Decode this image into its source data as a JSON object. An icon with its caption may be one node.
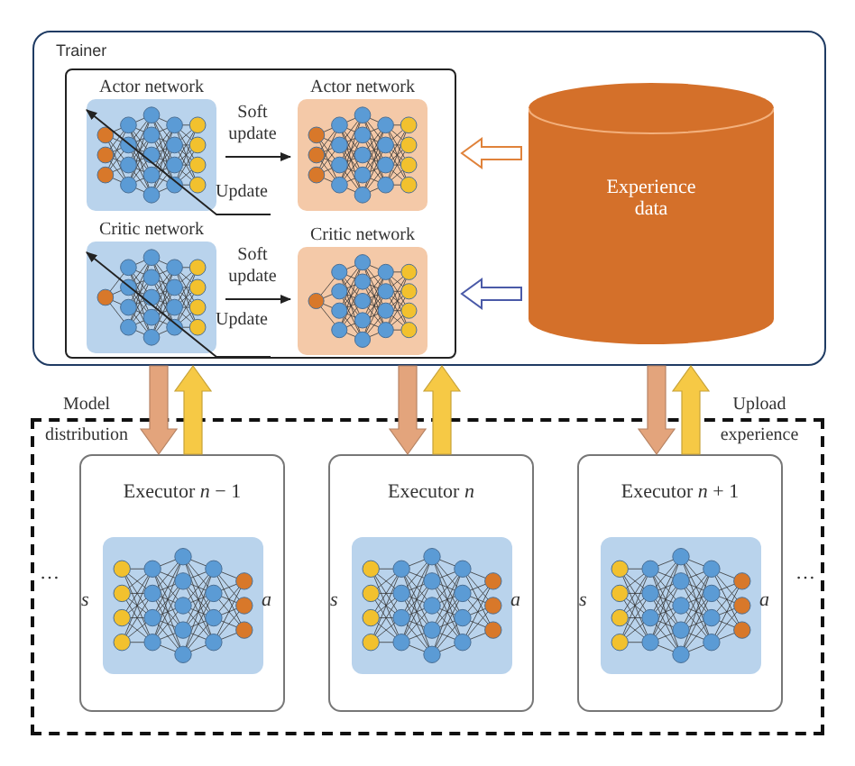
{
  "diagram": {
    "nodes": [
      {
        "text": [
          "Trainer"
        ]
      },
      {
        "text": [],
        "shape": "box",
        "in": 0
      },
      {
        "text": [
          "Actor network"
        ],
        "in": 1
      },
      {
        "text": [
          "Actor network"
        ],
        "in": 1
      },
      {
        "text": [
          "Critic network"
        ],
        "in": 1
      },
      {
        "text": [
          "Critic network"
        ],
        "in": 1
      },
      {
        "text": [
          "Experience data"
        ],
        "in": 0
      },
      {
        "text": [],
        "shape": "box"
      },
      {
        "text": [
          "Executor *n* − 1"
        ],
        "in": 7
      },
      {
        "text": [
          "Executor *n*"
        ],
        "in": 7
      },
      {
        "text": [
          "Executor *n* + 1"
        ],
        "in": 7
      }
    ],
    "edges": [
      {
        "from": 2,
        "to": 3,
        "arrow": "to",
        "label": "Soft update"
      },
      {
        "from": null,
        "to": 2,
        "arrow": "to",
        "label": "Update"
      },
      {
        "from": 4,
        "to": 5,
        "arrow": "to",
        "label": "Soft update"
      },
      {
        "from": null,
        "to": 4,
        "arrow": "to",
        "label": "Update"
      },
      {
        "from": 6,
        "to": 1,
        "arrow": "to",
        "color": "#e0823a"
      },
      {
        "from": 6,
        "to": 1,
        "arrow": "to",
        "color": "#4a5aa8"
      },
      {
        "from": 0,
        "to": 8,
        "arrow": "to",
        "style": "thick",
        "color": "#e3a47c",
        "label": "Model distribution"
      },
      {
        "from": 8,
        "to": 0,
        "arrow": "to",
        "style": "thick",
        "color": "#f6c945"
      },
      {
        "from": 0,
        "to": 9,
        "arrow": "to",
        "style": "thick",
        "color": "#e3a47c"
      },
      {
        "from": 9,
        "to": 0,
        "arrow": "to",
        "style": "thick",
        "color": "#f6c945"
      },
      {
        "from": 0,
        "to": 10,
        "arrow": "to",
        "style": "thick",
        "color": "#e3a47c"
      },
      {
        "from": 10,
        "to": 0,
        "arrow": "to",
        "style": "thick",
        "color": "#f6c945",
        "label": "Upload experience"
      }
    ],
    "labels": [
      "…",
      "s",
      "a",
      "s",
      "a",
      "s",
      "a",
      "…"
    ]
  }
}
